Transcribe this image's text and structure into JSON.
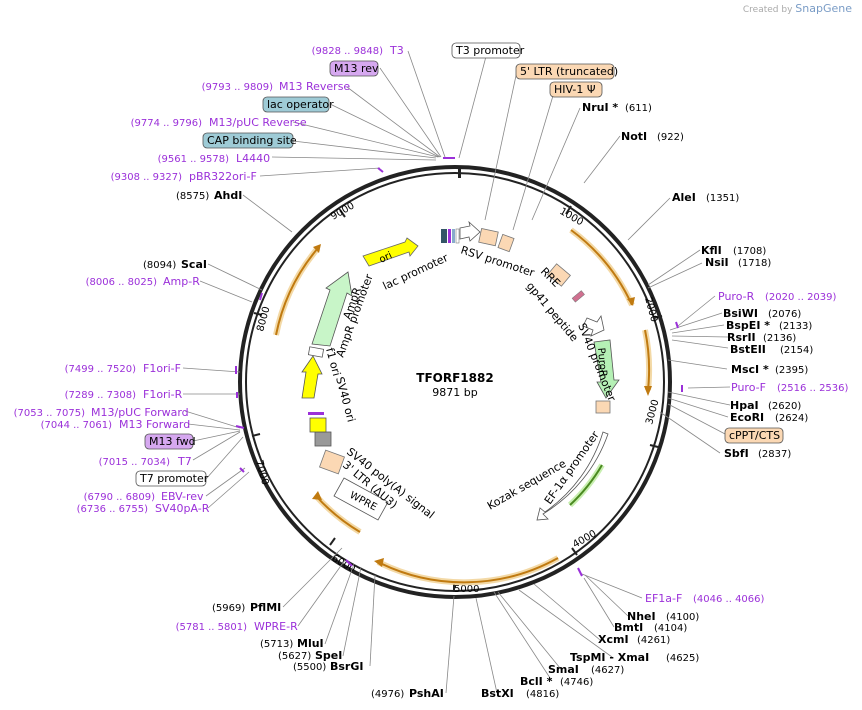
{
  "watermark": {
    "created_by": "Created by",
    "brand": "SnapGene"
  },
  "plasmid": {
    "name": "TFORF1882",
    "size_label": "9871 bp"
  },
  "colors": {
    "primer": "#9b30d9",
    "backbone": "#222222",
    "cds_orange": "#f0c070",
    "arrow_brown": "#c07a10"
  },
  "ticks": [
    "1000",
    "2000",
    "3000",
    "4000",
    "5000",
    "6000",
    "7000",
    "8000",
    "9000"
  ],
  "enzymes": [
    {
      "name": "NruI",
      "star": " *",
      "pos": "(611)"
    },
    {
      "name": "NotI",
      "star": "",
      "pos": "(922)"
    },
    {
      "name": "AleI",
      "star": "",
      "pos": "(1351)"
    },
    {
      "name": "KflI",
      "star": "",
      "pos": "(1708)"
    },
    {
      "name": "NsiI",
      "star": "",
      "pos": "(1718)"
    },
    {
      "name": "BsiWI",
      "star": "",
      "pos": "(2076)"
    },
    {
      "name": "BspEI",
      "star": " *",
      "pos": "(2133)"
    },
    {
      "name": "RsrII",
      "star": "",
      "pos": "(2136)"
    },
    {
      "name": "BstEII",
      "star": "",
      "pos": "(2154)"
    },
    {
      "name": "MscI",
      "star": " *",
      "pos": "(2395)"
    },
    {
      "name": "HpaI",
      "star": "",
      "pos": "(2620)"
    },
    {
      "name": "EcoRI",
      "star": "",
      "pos": "(2624)"
    },
    {
      "name": "SbfI",
      "star": "",
      "pos": "(2837)"
    },
    {
      "name": "NheI",
      "star": "",
      "pos": "(4100)"
    },
    {
      "name": "BmtI",
      "star": "",
      "pos": "(4104)"
    },
    {
      "name": "XcmI",
      "star": "",
      "pos": "(4261)"
    },
    {
      "name": "TspMI - XmaI",
      "star": "",
      "pos": "(4625)"
    },
    {
      "name": "SmaI",
      "star": "",
      "pos": "(4627)"
    },
    {
      "name": "BclI",
      "star": " *",
      "pos": "(4746)"
    },
    {
      "name": "BstXI",
      "star": "",
      "pos": "(4816)"
    },
    {
      "name": "PshAI",
      "star": "",
      "pos": "(4976)"
    },
    {
      "name": "BsrGI",
      "star": "",
      "pos": "(5500)"
    },
    {
      "name": "SpeI",
      "star": "",
      "pos": "(5627)"
    },
    {
      "name": "MluI",
      "star": "",
      "pos": "(5713)"
    },
    {
      "name": "PflMI",
      "star": "",
      "pos": "(5969)"
    },
    {
      "name": "ScaI",
      "star": "",
      "pos": "(8094)"
    },
    {
      "name": "AhdI",
      "star": "",
      "pos": "(8575)"
    }
  ],
  "primers": [
    {
      "name": "T3",
      "range": "(9828 .. 9848)"
    },
    {
      "name": "M13 Reverse",
      "range": "(9793 .. 9809)"
    },
    {
      "name": "M13/pUC Reverse",
      "range": "(9774 .. 9796)"
    },
    {
      "name": "L4440",
      "range": "(9561 .. 9578)"
    },
    {
      "name": "pBR322ori-F",
      "range": "(9308 .. 9327)"
    },
    {
      "name": "Amp-R",
      "range": "(8006 .. 8025)"
    },
    {
      "name": "F1ori-F",
      "range": "(7499 .. 7520)"
    },
    {
      "name": "F1ori-R",
      "range": "(7289 .. 7308)"
    },
    {
      "name": "M13/pUC Forward",
      "range": "(7053 .. 7075)"
    },
    {
      "name": "M13 Forward",
      "range": "(7044 .. 7061)"
    },
    {
      "name": "T7",
      "range": "(7015 .. 7034)"
    },
    {
      "name": "EBV-rev",
      "range": "(6790 .. 6809)"
    },
    {
      "name": "SV40pA-R",
      "range": "(6736 .. 6755)"
    },
    {
      "name": "WPRE-R",
      "range": "(5781 .. 5801)"
    },
    {
      "name": "Puro-R",
      "range": "(2020 .. 2039)"
    },
    {
      "name": "Puro-F",
      "range": "(2516 .. 2536)"
    },
    {
      "name": "EF1a-F",
      "range": "(4046 .. 4066)"
    }
  ],
  "boxed": [
    {
      "name": "T3 promoter"
    },
    {
      "name": "M13 rev"
    },
    {
      "name": "lac operator"
    },
    {
      "name": "CAP binding site"
    },
    {
      "name": "5' LTR (truncated)"
    },
    {
      "name": "HIV-1 Ψ"
    },
    {
      "name": "cPPT/CTS"
    },
    {
      "name": "M13 fwd"
    },
    {
      "name": "T7 promoter"
    }
  ],
  "features": [
    "ori",
    "lac promoter",
    "RSV promoter",
    "RRE",
    "gp41 peptide",
    "SV40 promoter",
    "PuroR",
    "EF-1α promoter",
    "Kozak sequence",
    "WPRE",
    "3' LTR (ΔU3)",
    "SV40 poly(A) signal",
    "SV40 ori",
    "f1 ori",
    "AmpR promoter",
    "AmpR"
  ]
}
